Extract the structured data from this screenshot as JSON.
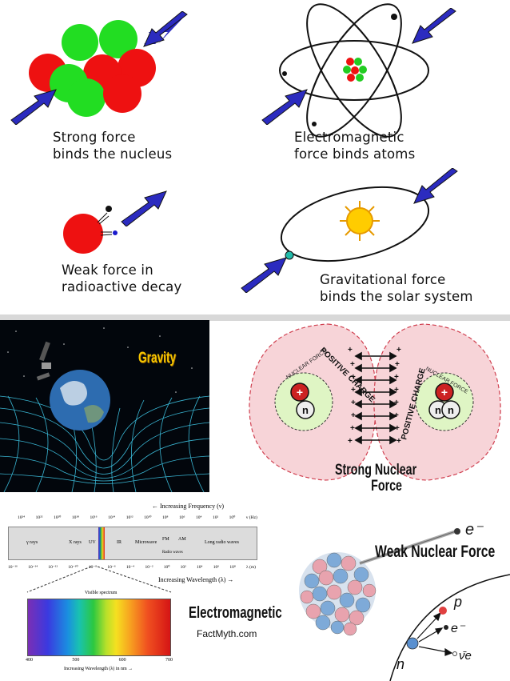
{
  "top": {
    "strong": {
      "line1": "Strong force",
      "line2": "binds the nucleus"
    },
    "em": {
      "line1": "Electromagnetic",
      "line2": "force binds atoms"
    },
    "weak": {
      "line1": "Weak force in",
      "line2": "radioactive decay"
    },
    "grav": {
      "line1": "Gravitational force",
      "line2": "binds the solar system"
    }
  },
  "gravity_panel": {
    "title": "Gravity"
  },
  "strong_panel": {
    "left_arc": "POSITIVE CHARGE",
    "right_arc": "POSITIVE CHARGE",
    "inner_label": "NUCLEAR FORCE",
    "proton": "+",
    "neutron": "n",
    "caption_line1": "Strong Nuclear",
    "caption_line2": "Force"
  },
  "em_panel": {
    "freq_label": "← Increasing Frequency (ν)",
    "freq_ticks": [
      "10²⁴",
      "10²²",
      "10²⁰",
      "10¹⁸",
      "10¹⁶",
      "10¹⁴",
      "10¹²",
      "10¹⁰",
      "10⁸",
      "10⁶",
      "10⁴",
      "10²",
      "10⁰",
      "ν (Hz)"
    ],
    "bands": [
      "γ rays",
      "X rays",
      "UV",
      "IR",
      "Microwave",
      "FM",
      "AM",
      "Long radio waves",
      "Radio waves"
    ],
    "wave_ticks": [
      "10⁻¹⁶",
      "10⁻¹⁴",
      "10⁻¹²",
      "10⁻¹⁰",
      "10⁻⁸",
      "10⁻⁶",
      "10⁻⁴",
      "10⁻²",
      "10⁰",
      "10²",
      "10⁴",
      "10⁶",
      "10⁸",
      "λ (m)"
    ],
    "wave_label": "Increasing Wavelength (λ) →",
    "visible_label": "Visible spectrum",
    "visible_ticks": [
      "400",
      "500",
      "600",
      "700"
    ],
    "visible_axis": "Increasing Wavelength (λ) in nm →",
    "title": "Electromagnetic",
    "credit": "FactMyth.com"
  },
  "weak_panel": {
    "title": "Weak Nuclear Force",
    "electron_top": "e⁻",
    "proton": "p",
    "electron": "e⁻",
    "antineutrino": "ν̄e",
    "neutron": "n"
  },
  "colors": {
    "arrow": "#2b2bbf",
    "red": "#ee1111",
    "green": "#11dd22",
    "pink": "#f7d4d8"
  }
}
